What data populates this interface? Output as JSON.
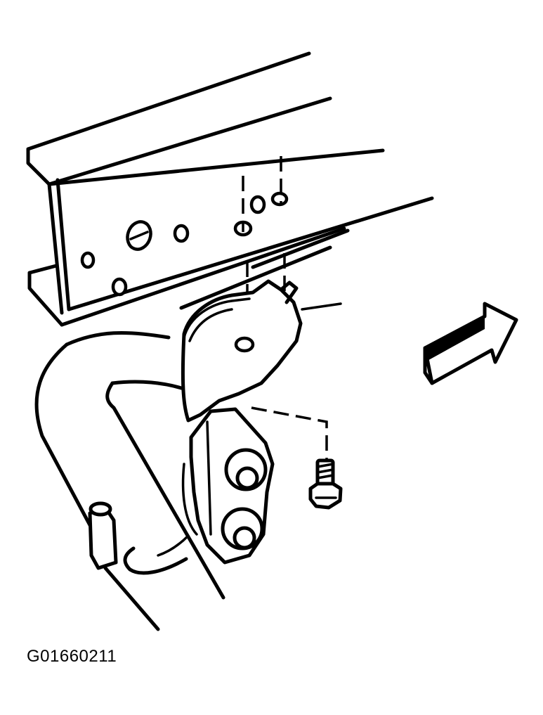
{
  "figure": {
    "id_label": "G01660211"
  },
  "parts": [
    "frame-rail",
    "mounting-bracket",
    "pipe-clamp",
    "bolt",
    "front-direction-arrow"
  ],
  "colors": {
    "line": "#000000",
    "background": "#ffffff"
  }
}
